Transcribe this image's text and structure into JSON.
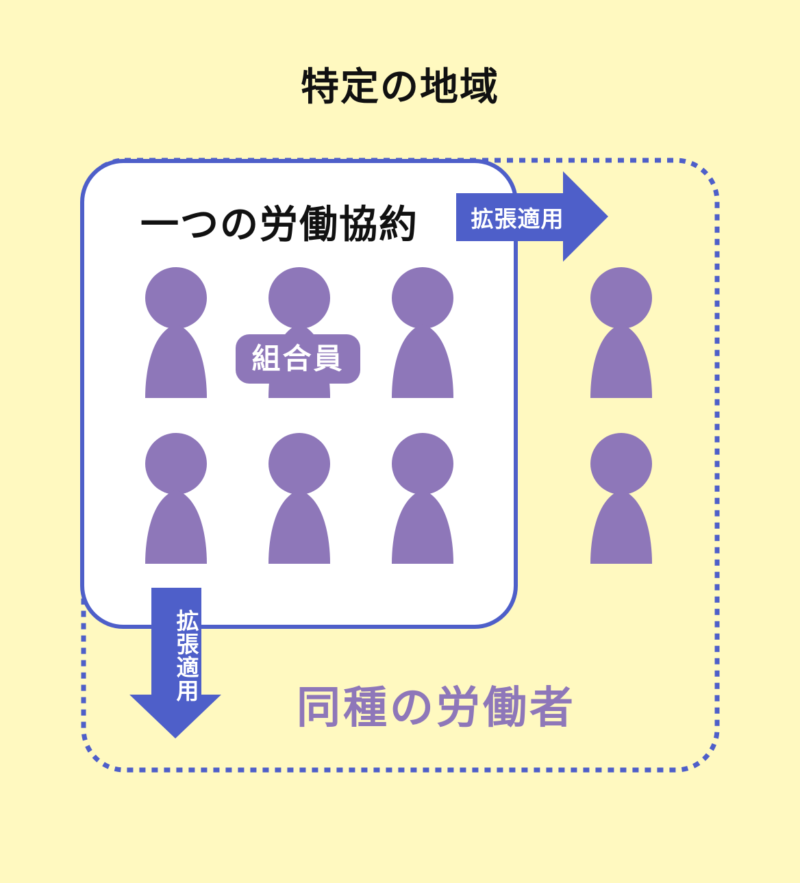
{
  "diagram": {
    "region_title": "特定の地域",
    "agreement_title": "一つの労働協約",
    "extension_right": "拡張適用",
    "extension_down": "拡張適用",
    "members_label": "組合員",
    "same_type_workers": "同種の労働者"
  },
  "colors": {
    "background": "#fff9c0",
    "accent_blue": "#4e5fc9",
    "person_purple": "#8e77b9",
    "agreement_fill": "#ffffff",
    "text": "#111111"
  },
  "icons": {
    "person": "person-icon",
    "arrow_right": "arrow-right-icon",
    "arrow_down": "arrow-down-icon"
  }
}
